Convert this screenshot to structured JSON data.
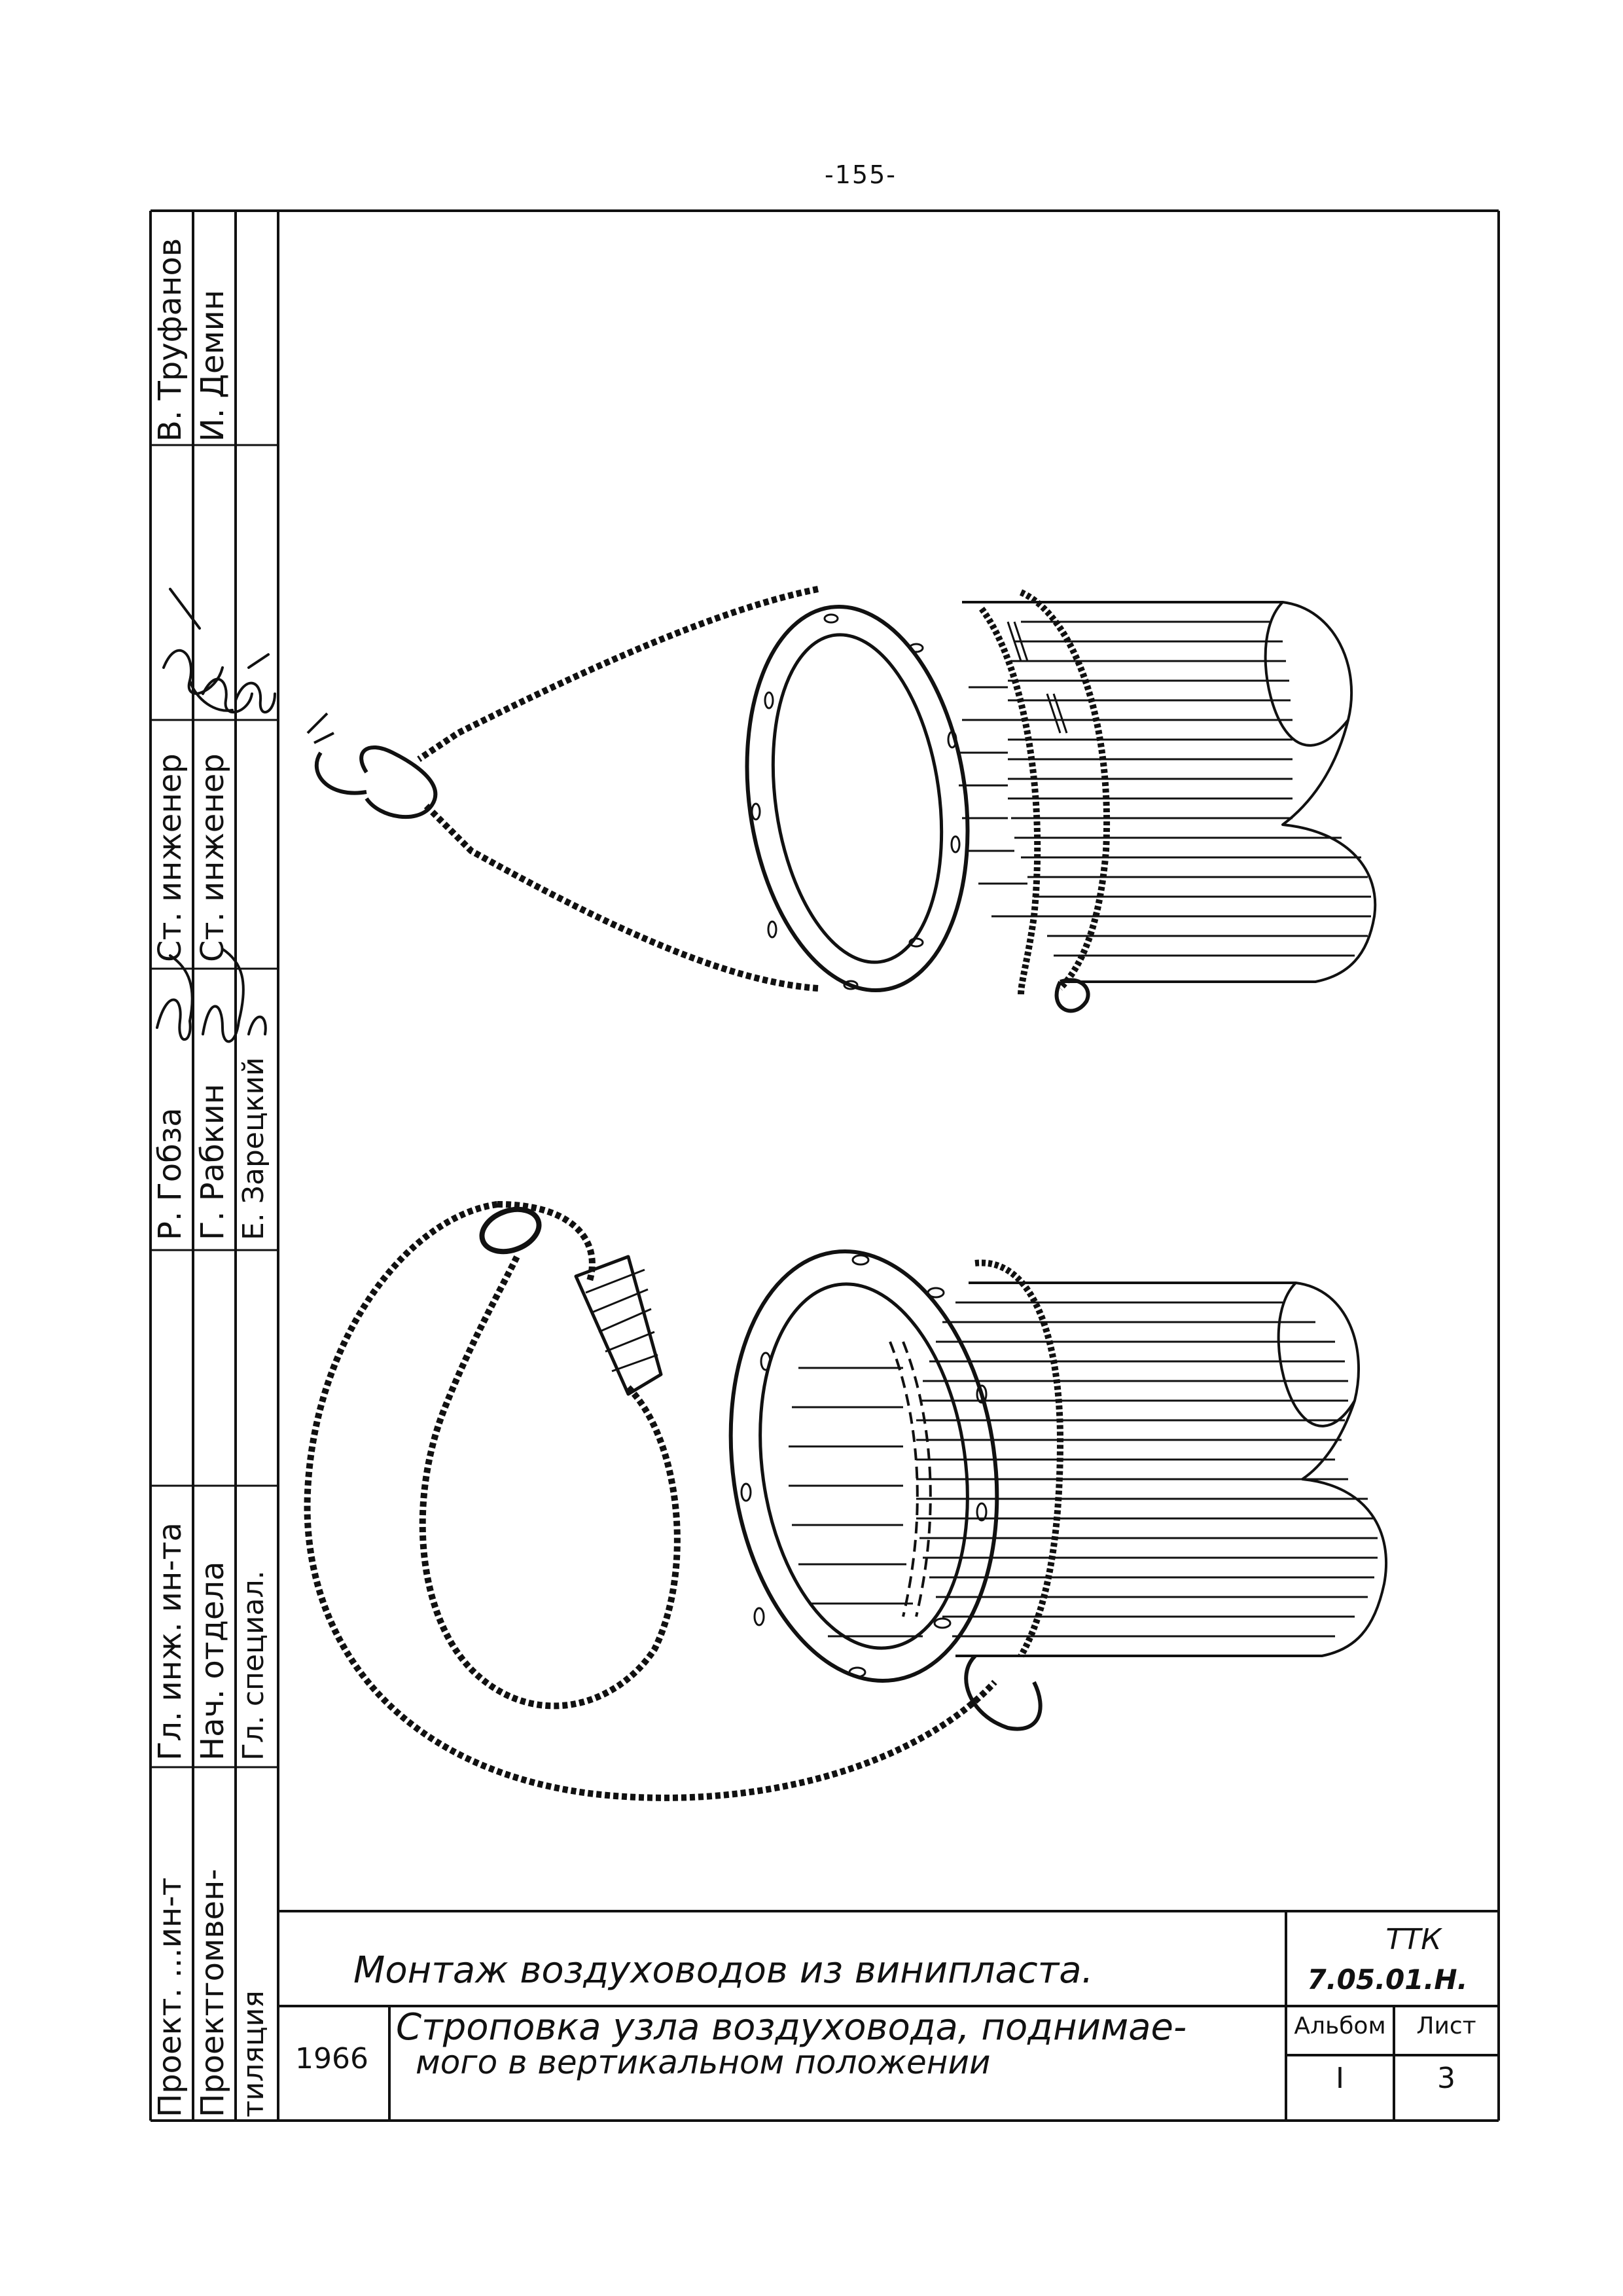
{
  "page_number": "-155-",
  "drawing_title": "Монтаж воздуховодов из винипласта.",
  "subtitle_line1": "Строповка узла воздуховода, поднимае-",
  "subtitle_line2": "мого в вертикальном положении",
  "year": "1966",
  "code_line1": "ТТК",
  "code_line2": "7.05.01.Н.",
  "album_label": "Альбом",
  "album_value": "I",
  "sheet_label": "Лист",
  "sheet_value": "3",
  "side_strip": {
    "col1": [
      "Проект. ...ин-т",
      "Гл. инж. ин-та",
      "Р. Гобза",
      "Ст. инженер",
      "В. Труфанов"
    ],
    "col2": [
      "Проектгомвен-",
      "Нач. отдела",
      "Г. Рабкин",
      "Ст. инженер",
      "И. Демин"
    ],
    "col3": [
      "тиляция",
      "Гл. специал.",
      "Е. Зарецкий"
    ]
  }
}
